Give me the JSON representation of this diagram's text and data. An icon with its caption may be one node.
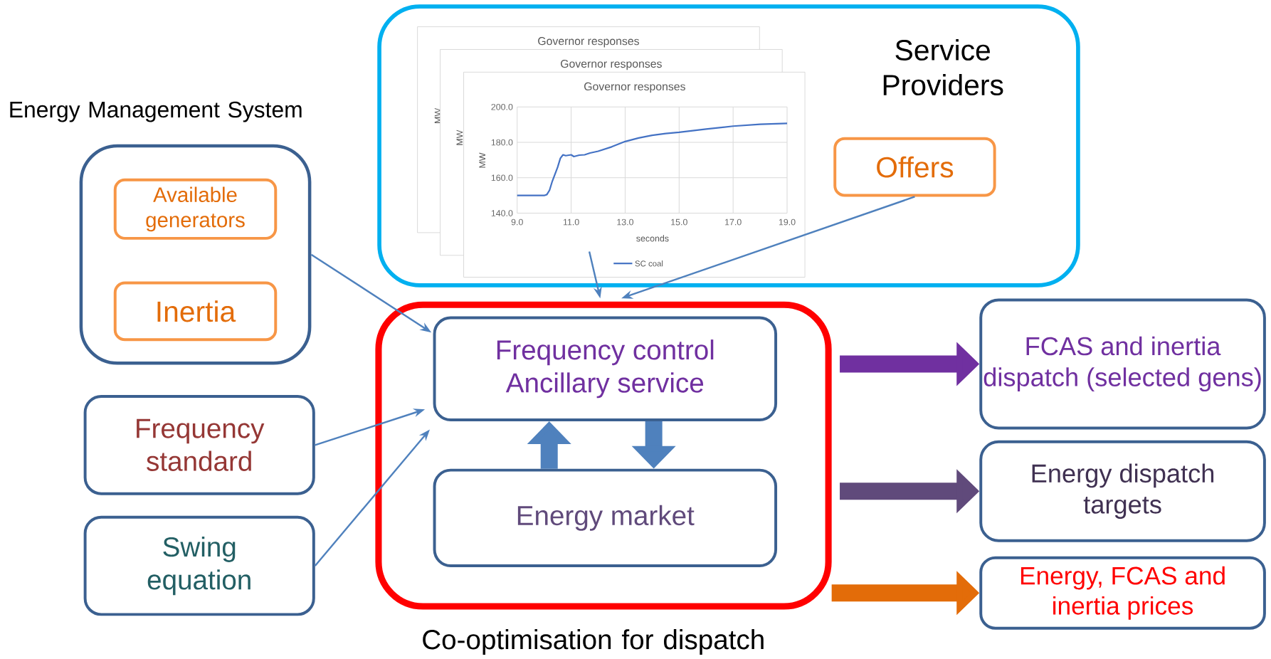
{
  "diagram": {
    "nodes": [
      {
        "text": [
          "Service Providers"
        ]
      },
      {
        "text": [
          "Offers"
        ],
        "in": 0
      },
      {
        "text": [],
        "shape": "picture",
        "in": 0
      },
      {
        "text": [
          "Energy Management System"
        ]
      },
      {
        "text": [
          "Available generators"
        ],
        "in": 3
      },
      {
        "text": [
          "Inertia"
        ],
        "in": 3
      },
      {
        "text": [
          "Frequency standard"
        ]
      },
      {
        "text": [
          "Swing equation"
        ]
      },
      {
        "text": [
          "Co-optimisation for dispatch"
        ]
      },
      {
        "text": [
          "Frequency control Ancillary service"
        ],
        "in": 8
      },
      {
        "text": [
          "Energy market"
        ],
        "in": 8
      },
      {
        "text": [
          "FCAS and inertia dispatch (selected gens)"
        ]
      },
      {
        "text": [
          "Energy dispatch targets"
        ]
      },
      {
        "text": [
          "Energy, FCAS and inertia prices"
        ]
      }
    ],
    "edges": [
      {
        "from": 2,
        "to": 8,
        "arrow": "to"
      },
      {
        "from": 1,
        "to": 8,
        "arrow": "to"
      },
      {
        "from": 3,
        "to": 9,
        "arrow": "to"
      },
      {
        "from": 6,
        "to": 9,
        "arrow": "to"
      },
      {
        "from": 7,
        "to": 9,
        "arrow": "to"
      },
      {
        "from": 10,
        "to": 9,
        "arrow": "to",
        "style": "thick"
      },
      {
        "from": 9,
        "to": 10,
        "arrow": "to",
        "style": "thick"
      },
      {
        "from": 8,
        "to": 11,
        "arrow": "to",
        "style": "thick",
        "color": "#7030a0"
      },
      {
        "from": 8,
        "to": 12,
        "arrow": "to",
        "style": "thick",
        "color": "#604a7b"
      },
      {
        "from": 8,
        "to": 13,
        "arrow": "to",
        "style": "thick",
        "color": "#e36c09"
      }
    ],
    "labels": [
      "Governor responses",
      "MW",
      "Governor responses",
      "MW"
    ],
    "chart_data": {
      "type": "line",
      "title": "Governor responses",
      "xlabel": "seconds",
      "ylabel": "MW",
      "x": [
        9.0,
        10.0,
        10.1,
        10.2,
        10.3,
        10.5,
        10.6,
        10.7,
        10.8,
        11.0,
        11.1,
        11.3,
        11.5,
        11.7,
        12.0,
        12.5,
        13.0,
        13.5,
        14.0,
        14.5,
        15.0,
        16.0,
        17.0,
        18.0,
        19.0
      ],
      "series": [
        {
          "name": "SC coal",
          "color": "#4472c4",
          "values": [
            150,
            150,
            150.5,
            153,
            158,
            166,
            171,
            173,
            172.5,
            173,
            172,
            172.8,
            173,
            174,
            175,
            177.5,
            180.5,
            182.5,
            184,
            185,
            185.7,
            187.5,
            189.2,
            190.2,
            190.7
          ]
        }
      ],
      "xlim": [
        9,
        19
      ],
      "ylim": [
        140,
        200
      ],
      "grid": true,
      "xticks": [
        {
          "value": 9,
          "label": "9.0"
        },
        {
          "value": 11,
          "label": "11.0"
        },
        {
          "value": 13,
          "label": "13.0"
        },
        {
          "value": 15,
          "label": "15.0"
        },
        {
          "value": 17,
          "label": "17.0"
        },
        {
          "value": 19,
          "label": "19.0"
        }
      ],
      "yticks": [
        {
          "value": 140,
          "label": "140.0"
        },
        {
          "value": 160,
          "label": "160.0"
        },
        {
          "value": 180,
          "label": "180.0"
        },
        {
          "value": 200,
          "label": "200.0"
        }
      ]
    }
  }
}
